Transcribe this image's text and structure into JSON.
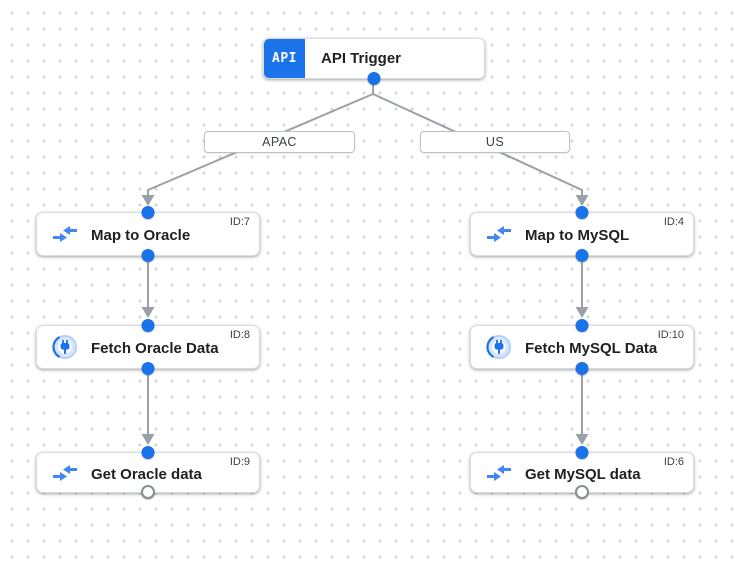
{
  "trigger": {
    "icon_label": "API",
    "title": "API Trigger"
  },
  "branches": [
    {
      "label": "APAC"
    },
    {
      "label": "US"
    }
  ],
  "nodes": [
    {
      "id_label": "ID:7",
      "title": "Map to Oracle",
      "icon": "data-mapping-icon"
    },
    {
      "id_label": "ID:8",
      "title": "Fetch Oracle Data",
      "icon": "connector-icon"
    },
    {
      "id_label": "ID:9",
      "title": "Get Oracle data",
      "icon": "data-mapping-icon"
    },
    {
      "id_label": "ID:4",
      "title": "Map to MySQL",
      "icon": "data-mapping-icon"
    },
    {
      "id_label": "ID:10",
      "title": "Fetch MySQL Data",
      "icon": "connector-icon"
    },
    {
      "id_label": "ID:6",
      "title": "Get MySQL data",
      "icon": "data-mapping-icon"
    }
  ],
  "colors": {
    "accent_blue": "#1a73e8",
    "icon_blue": "#4285f4",
    "edge_gray": "#9aa0a6",
    "connector_fill": "#d7e6fd",
    "node_border": "#dadce0"
  }
}
